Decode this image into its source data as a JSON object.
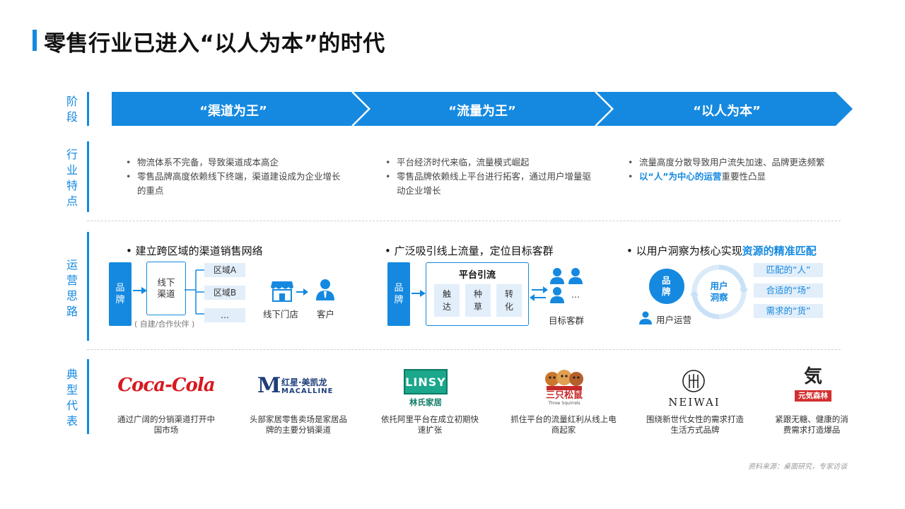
{
  "title": "零售行业已进入“以人为本”的时代",
  "row_labels": {
    "stage": "阶段",
    "features": "行业特点",
    "operations": "运营思路",
    "examples": "典型代表"
  },
  "stages": [
    "“渠道为王”",
    "“流量为王”",
    "“以人为本”"
  ],
  "features": {
    "col1": [
      "物流体系不完备，导致渠道成本高企",
      "零售品牌高度依赖线下终端，渠道建设成为企业增长的重点"
    ],
    "col2": [
      "平台经济时代来临，流量模式崛起",
      "零售品牌依赖线上平台进行拓客，通过用户增量驱动企业增长"
    ],
    "col3_item1": "流量高度分散导致用户流失加速、品牌更迭频繁",
    "col3_item2_highlight": "以“人”为中心的运营",
    "col3_item2_rest": "重要性凸显"
  },
  "operations": {
    "col1": {
      "heading": "建立跨区域的渠道销售网络",
      "brand": "品牌",
      "offline_channel": "线下渠道",
      "regions": [
        "区域A",
        "区域B",
        "…"
      ],
      "self_partner": "( 自建/合作伙伴 )",
      "store": "线下门店",
      "customer": "客户"
    },
    "col2": {
      "heading": "广泛吸引线上流量，定位目标客群",
      "brand": "品牌",
      "platform": "平台引流",
      "steps": [
        "触达",
        "种草",
        "转化"
      ],
      "more": "…",
      "target": "目标客群"
    },
    "col3": {
      "heading_prefix": "以用户洞察为核心实现",
      "heading_highlight": "资源的精准匹配",
      "brand": "品牌",
      "insight": "用户洞察",
      "user_ops": "用户运营",
      "tags": [
        "匹配的“人”",
        "合适的“场”",
        "需求的“货”"
      ]
    }
  },
  "examples": [
    {
      "logo": "Coca-Cola",
      "desc": "通过广阔的分销渠道打开中国市场"
    },
    {
      "logo_cn": "红星·美凯龙",
      "logo_en": "MACALLINE",
      "logo_m": "M",
      "desc": "头部家居零售卖场是家居品牌的主要分销渠道"
    },
    {
      "logo_en": "LINSY",
      "logo_cn": "林氏家居",
      "desc": "依托阿里平台在成立初期快速扩张"
    },
    {
      "logo_cn": "三只松鼠",
      "logo_en": "Three Squirrels",
      "desc": "抓住平台的流量红利从线上电商起家"
    },
    {
      "logo_en": "NEIWAI",
      "desc": "围绕新世代女性的需求打造生活方式品牌"
    },
    {
      "logo_big": "気",
      "logo_cn": "元気森林",
      "desc": "紧跟无糖、健康的消费需求打造爆品"
    }
  ],
  "source": "资料来源：桌面研究，专家访谈",
  "colors": {
    "accent": "#1589e0",
    "light": "#e2eefa",
    "cocacola": "#d71920"
  }
}
